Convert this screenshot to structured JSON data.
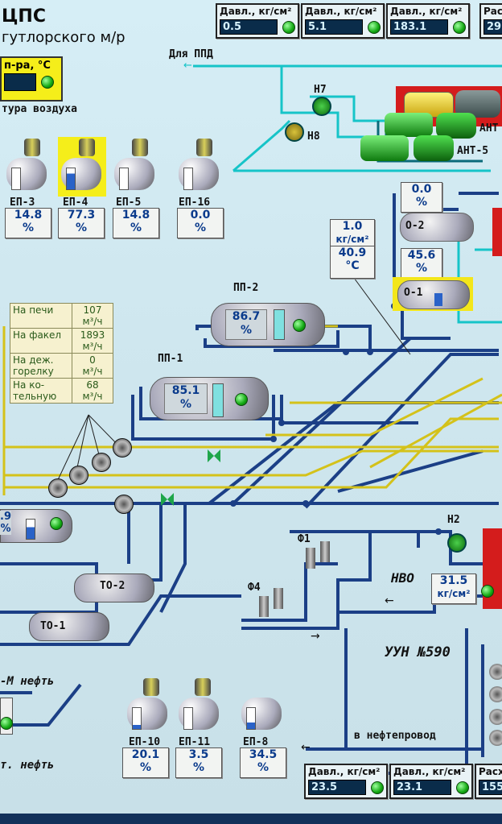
{
  "header": {
    "title": "ЦПС",
    "subtitle": "гутлорского м/р"
  },
  "top_gauges": [
    {
      "caption": "Давл., кг/см²",
      "value": "0.5"
    },
    {
      "caption": "Давл., кг/см²",
      "value": "5.1"
    },
    {
      "caption": "Давл., кг/см²",
      "value": "183.1"
    },
    {
      "caption": "Рас",
      "value": "29"
    }
  ],
  "temp_gauge": {
    "caption": "п-ра, °С",
    "value": "",
    "label": "тура воздуха"
  },
  "ppd_label": "Для ППД",
  "pumps": {
    "h7": "Н7",
    "h8": "Н8",
    "ant": "АНТ",
    "ant5": "АНТ-5",
    "h2": "Н2"
  },
  "ep_top": [
    {
      "name": "ЕП-3",
      "value": "14.8",
      "unit": "%"
    },
    {
      "name": "ЕП-4",
      "value": "77.3",
      "unit": "%"
    },
    {
      "name": "ЕП-5",
      "value": "14.8",
      "unit": "%"
    },
    {
      "name": "ЕП-16",
      "value": "0.0",
      "unit": "%"
    }
  ],
  "o2": {
    "name": "О-2",
    "level": "0.0",
    "unit": "%"
  },
  "o1": {
    "name": "О-1",
    "level": "45.6",
    "unit": "%"
  },
  "o_readings": {
    "pressure": "1.0",
    "pressure_unit": "кг/см²",
    "temp": "40.9",
    "temp_unit": "°С"
  },
  "pp2": {
    "name": "ПП-2",
    "level": "86.7",
    "unit": "%"
  },
  "pp1": {
    "name": "ПП-1",
    "level": "85.1",
    "unit": "%"
  },
  "flows": [
    {
      "name": "На печи",
      "value": "107",
      "unit": "м³/ч"
    },
    {
      "name": "На факел",
      "value": "1893",
      "unit": "м³/ч"
    },
    {
      "name": "На деж. горелку",
      "value": "0",
      "unit": "м³/ч"
    },
    {
      "name": "На ко-тельную",
      "value": "68",
      "unit": "м³/ч"
    }
  ],
  "left_tank_value": ".9",
  "left_tank_unit": "%",
  "to2": "ТО-2",
  "to1": "ТО-1",
  "m_oil": "-М нефть",
  "t_oil": "т. нефть",
  "filters": {
    "f1": "Ф1",
    "f4": "Ф4"
  },
  "nvo": "НВО",
  "h2_pressure": {
    "value": "31.5",
    "unit": "кг/см²"
  },
  "uun": "УУН №590",
  "to_pipeline": "в нефтепровод",
  "ep_bottom": [
    {
      "name": "ЕП-10",
      "value": "20.1",
      "unit": "%"
    },
    {
      "name": "ЕП-11",
      "value": "3.5",
      "unit": "%"
    },
    {
      "name": "ЕП-8",
      "value": "34.5",
      "unit": "%"
    }
  ],
  "bottom_gauges": [
    {
      "caption": "Давл., кг/см²",
      "value": "23.5"
    },
    {
      "caption": "Давл., кг/см²",
      "value": "23.1"
    },
    {
      "caption": "Расх",
      "value": "155"
    }
  ],
  "colors": {
    "pipe_blue": "#1b3f86",
    "pipe_yellow": "#d4c21a",
    "pipe_cyan": "#16c4c8",
    "pipe_teal": "#0a6a7a",
    "highlight_yellow": "#f3e61a",
    "alarm_red": "#d41c1c",
    "led_green": "#12a812"
  }
}
